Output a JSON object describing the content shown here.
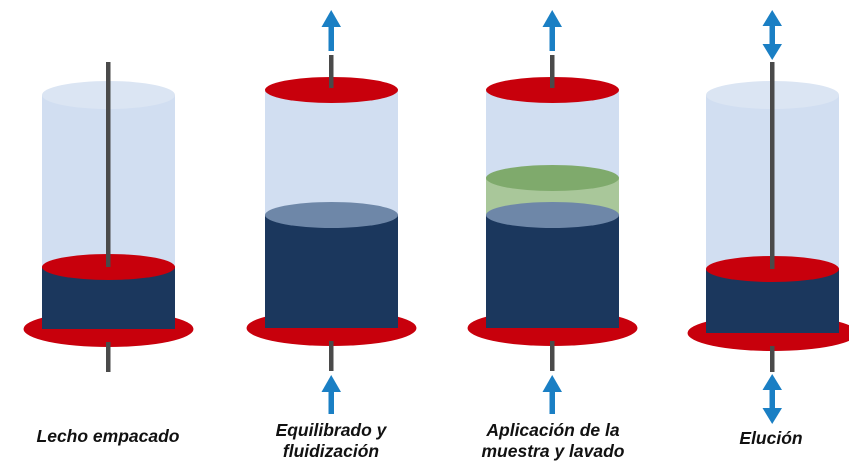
{
  "stages": [
    {
      "label_lines": [
        "Lecho empacado"
      ],
      "top_arrow": "none",
      "bottom_arrow": "none",
      "bed_level": "low",
      "sample_layer": false
    },
    {
      "label_lines": [
        "Equilibrado y",
        "fluidización"
      ],
      "top_arrow": "up",
      "bottom_arrow": "up",
      "bed_level": "high",
      "sample_layer": false
    },
    {
      "label_lines": [
        "Aplicación de la",
        "muestra y lavado"
      ],
      "top_arrow": "up",
      "bottom_arrow": "up",
      "bed_level": "high",
      "sample_layer": true
    },
    {
      "label_lines": [
        "Elución"
      ],
      "top_arrow": "both",
      "bottom_arrow": "both",
      "bed_level": "low",
      "sample_layer": false
    }
  ],
  "colors": {
    "column_glass": "#c9d8ee",
    "column_top": "#dbe5f3",
    "bed": "#1b375d",
    "bed_top_fluid": "#6e87a8",
    "plunger": "#c8000c",
    "rod": "#4a4a4a",
    "arrow": "#1a7fc4",
    "sample_band": "#a9c79a",
    "sample_top": "#7faa6c"
  }
}
